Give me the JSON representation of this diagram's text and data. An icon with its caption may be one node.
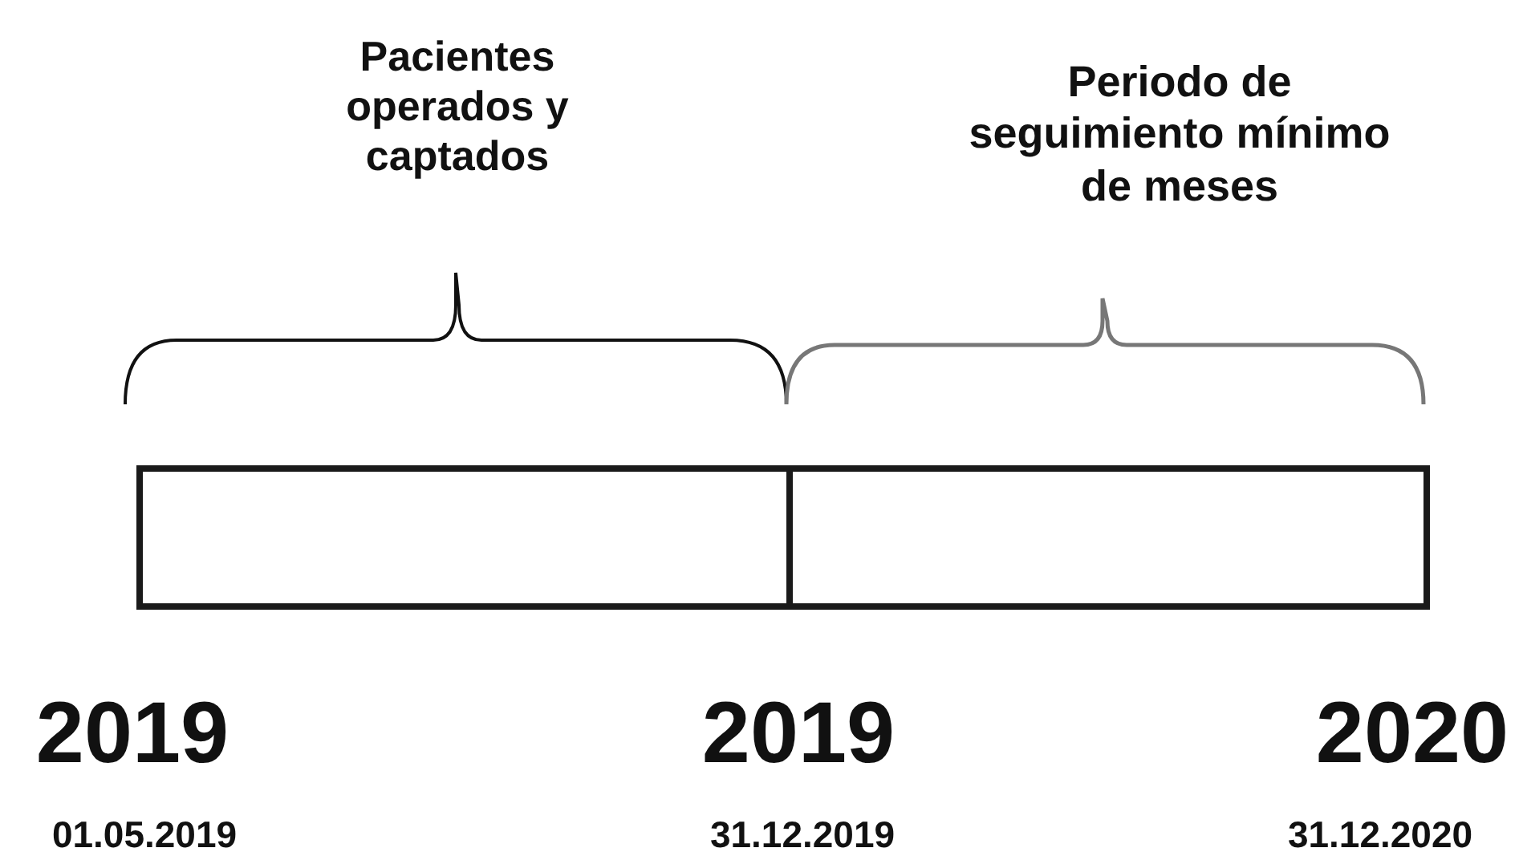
{
  "diagram": {
    "nodes": [
      {
        "text": [],
        "shape": "box"
      },
      {
        "text": [],
        "shape": "box"
      }
    ],
    "labels": [
      "Pacientes operados y captados",
      "Periodo de seguimiento mínimo de meses",
      "2019",
      "2019",
      "2020",
      "01.05.2019",
      "31.12.2019",
      "31.12.2020"
    ]
  }
}
